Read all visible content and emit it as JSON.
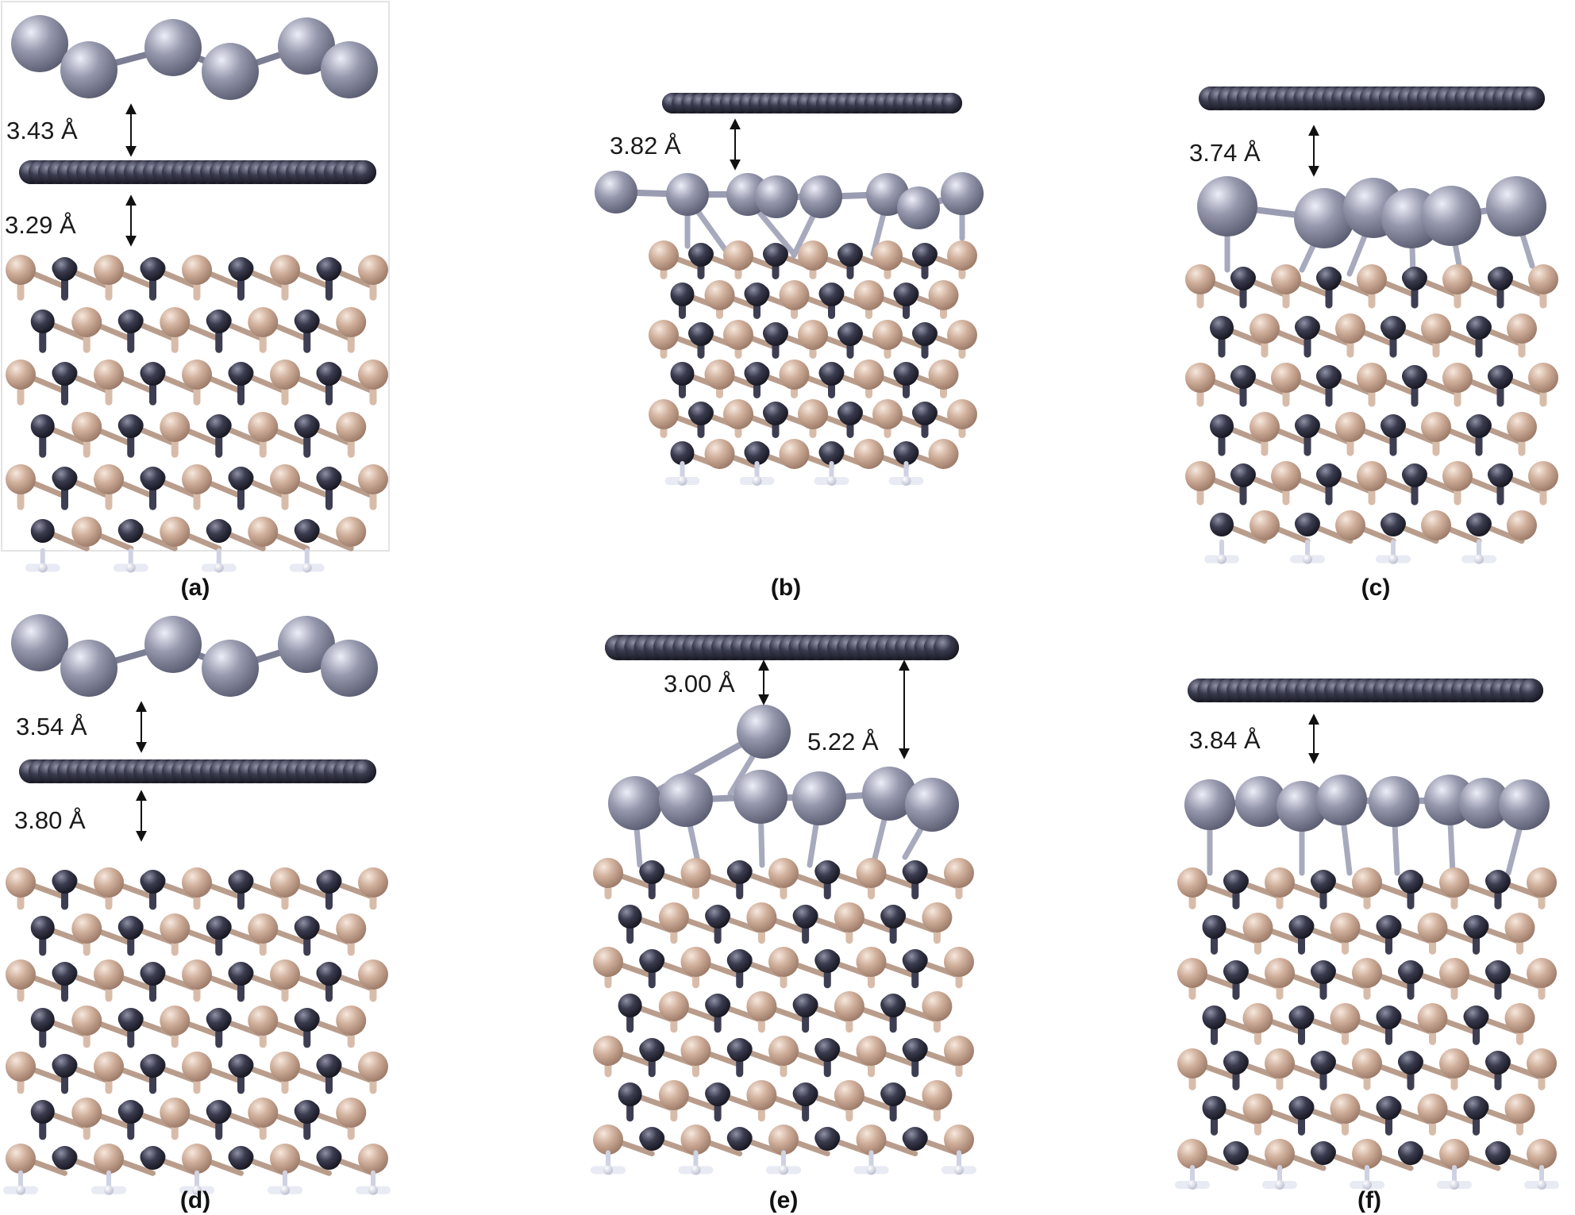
{
  "panels": [
    {
      "label": "(a)",
      "distances": [
        "3.43 Å",
        "3.29 Å"
      ]
    },
    {
      "label": "(b)",
      "distances": [
        "3.82 Å"
      ]
    },
    {
      "label": "(c)",
      "distances": [
        "3.74 Å"
      ]
    },
    {
      "label": "(d)",
      "distances": [
        "3.54 Å",
        "3.80 Å"
      ]
    },
    {
      "label": "(e)",
      "distances": [
        "3.00 Å",
        "5.22 Å"
      ]
    },
    {
      "label": "(f)",
      "distances": [
        "3.84 Å"
      ]
    }
  ],
  "colors": {
    "metal_atom": "#8e90a6",
    "carbon_atom": "#3a3b4e",
    "boron_atom": "#cfae9a",
    "hydrogen_atom": "#e8eaf4"
  }
}
